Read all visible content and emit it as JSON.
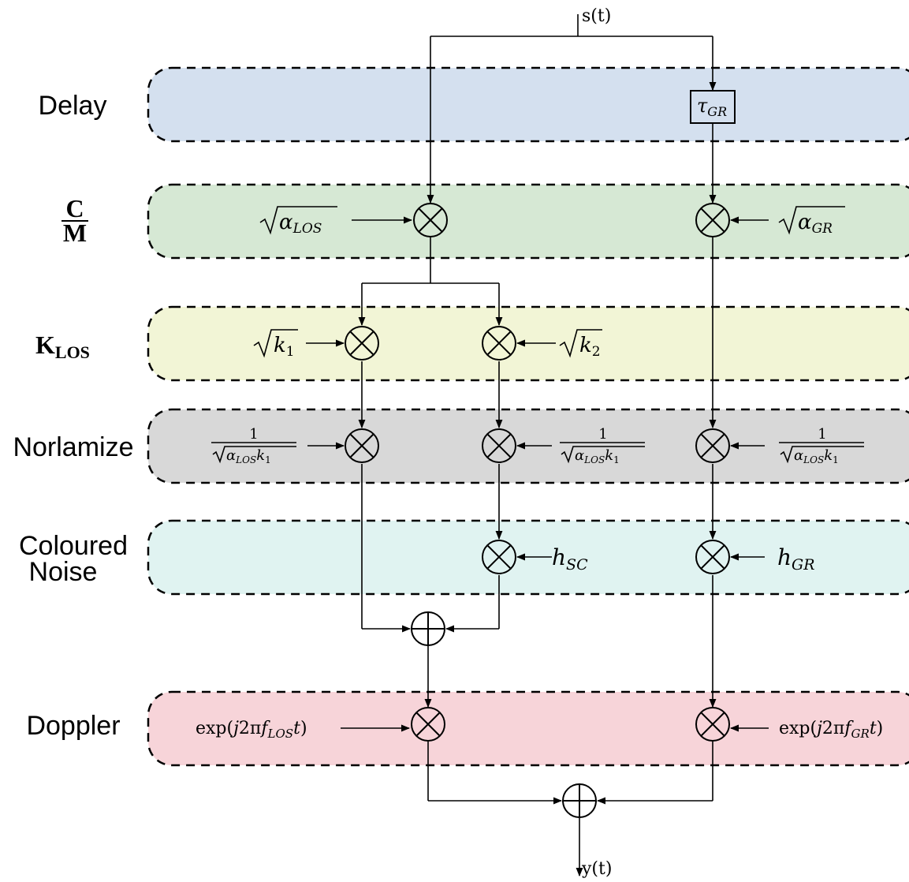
{
  "input": "s(t)",
  "output": "y(t)",
  "stages": [
    {
      "label": "Delay",
      "color": "#d4e0ef"
    },
    {
      "label_top": "C",
      "label_bottom": "M",
      "color": "#d6e8d4"
    },
    {
      "label_main": "K",
      "label_sub": "LOS",
      "color": "#f2f5d6"
    },
    {
      "label": "Norlamize",
      "color": "#d8d8d8"
    },
    {
      "label_line1": "Coloured",
      "label_line2": "Noise",
      "color": "#e0f3f1"
    },
    {
      "label": "Doppler",
      "color": "#f7d4d9"
    }
  ],
  "blocks": {
    "delay": {
      "sym": "τ",
      "sub": "GR"
    }
  },
  "gains": {
    "alpha_los": {
      "rad": "α",
      "sub": "LOS"
    },
    "alpha_gr": {
      "rad": "α",
      "sub": "GR"
    },
    "k1": {
      "rad": "k",
      "sub": "1"
    },
    "k2": {
      "rad": "k",
      "sub": "2"
    },
    "norm_1": {
      "num": "1",
      "den": "α",
      "den_sub": "LOS",
      "den_k": "k",
      "den_k_sub": "1"
    },
    "norm_2": {
      "num": "1",
      "den": "α",
      "den_sub": "LOS",
      "den_k": "k",
      "den_k_sub": "1"
    },
    "norm_3": {
      "num": "1",
      "den": "α",
      "den_sub": "LOS",
      "den_k": "k",
      "den_k_sub": "1"
    },
    "h_sc": {
      "sym": "h",
      "sub": "SC"
    },
    "h_gr": {
      "sym": "h",
      "sub": "GR"
    },
    "doppler_los": {
      "pre": "exp(",
      "j": "j",
      "mid": "2π",
      "f": "f",
      "sub": "LOS",
      "t": "t",
      "post": ")"
    },
    "doppler_gr": {
      "pre": "exp(",
      "j": "j",
      "mid": "2π",
      "f": "f",
      "sub": "GR",
      "t": "t",
      "post": ")"
    }
  }
}
